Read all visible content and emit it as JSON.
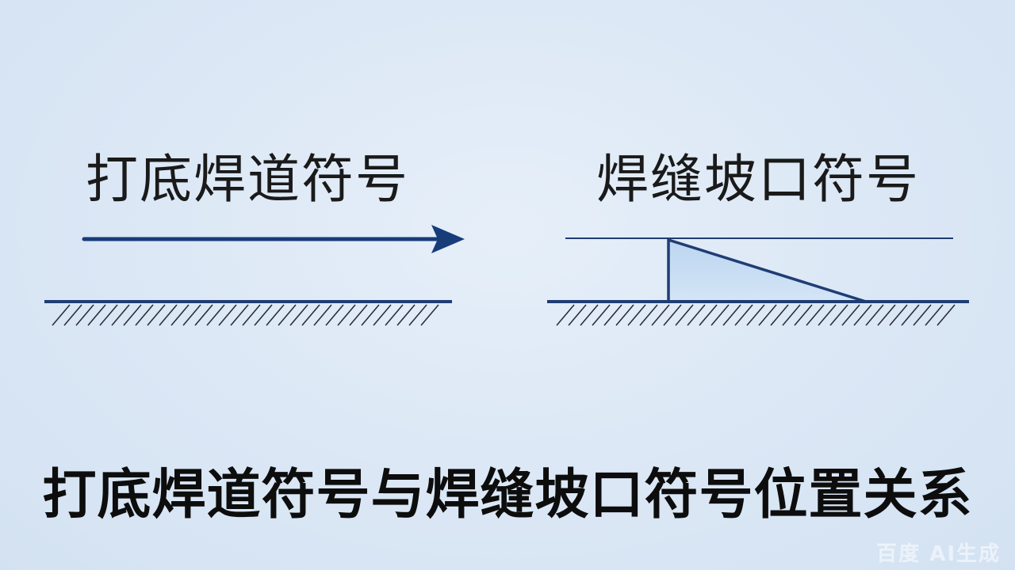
{
  "labels": {
    "left": "打底焊道符号",
    "right": "焊缝坡口符号"
  },
  "caption": "打底焊道符号与焊缝坡口符号位置关系",
  "watermark": "百度 AI生成",
  "colors": {
    "line": "#1f3d74",
    "arrow": "#173c7a",
    "bevel_fill": "#c4daf2",
    "text": "#1a1a1a"
  }
}
